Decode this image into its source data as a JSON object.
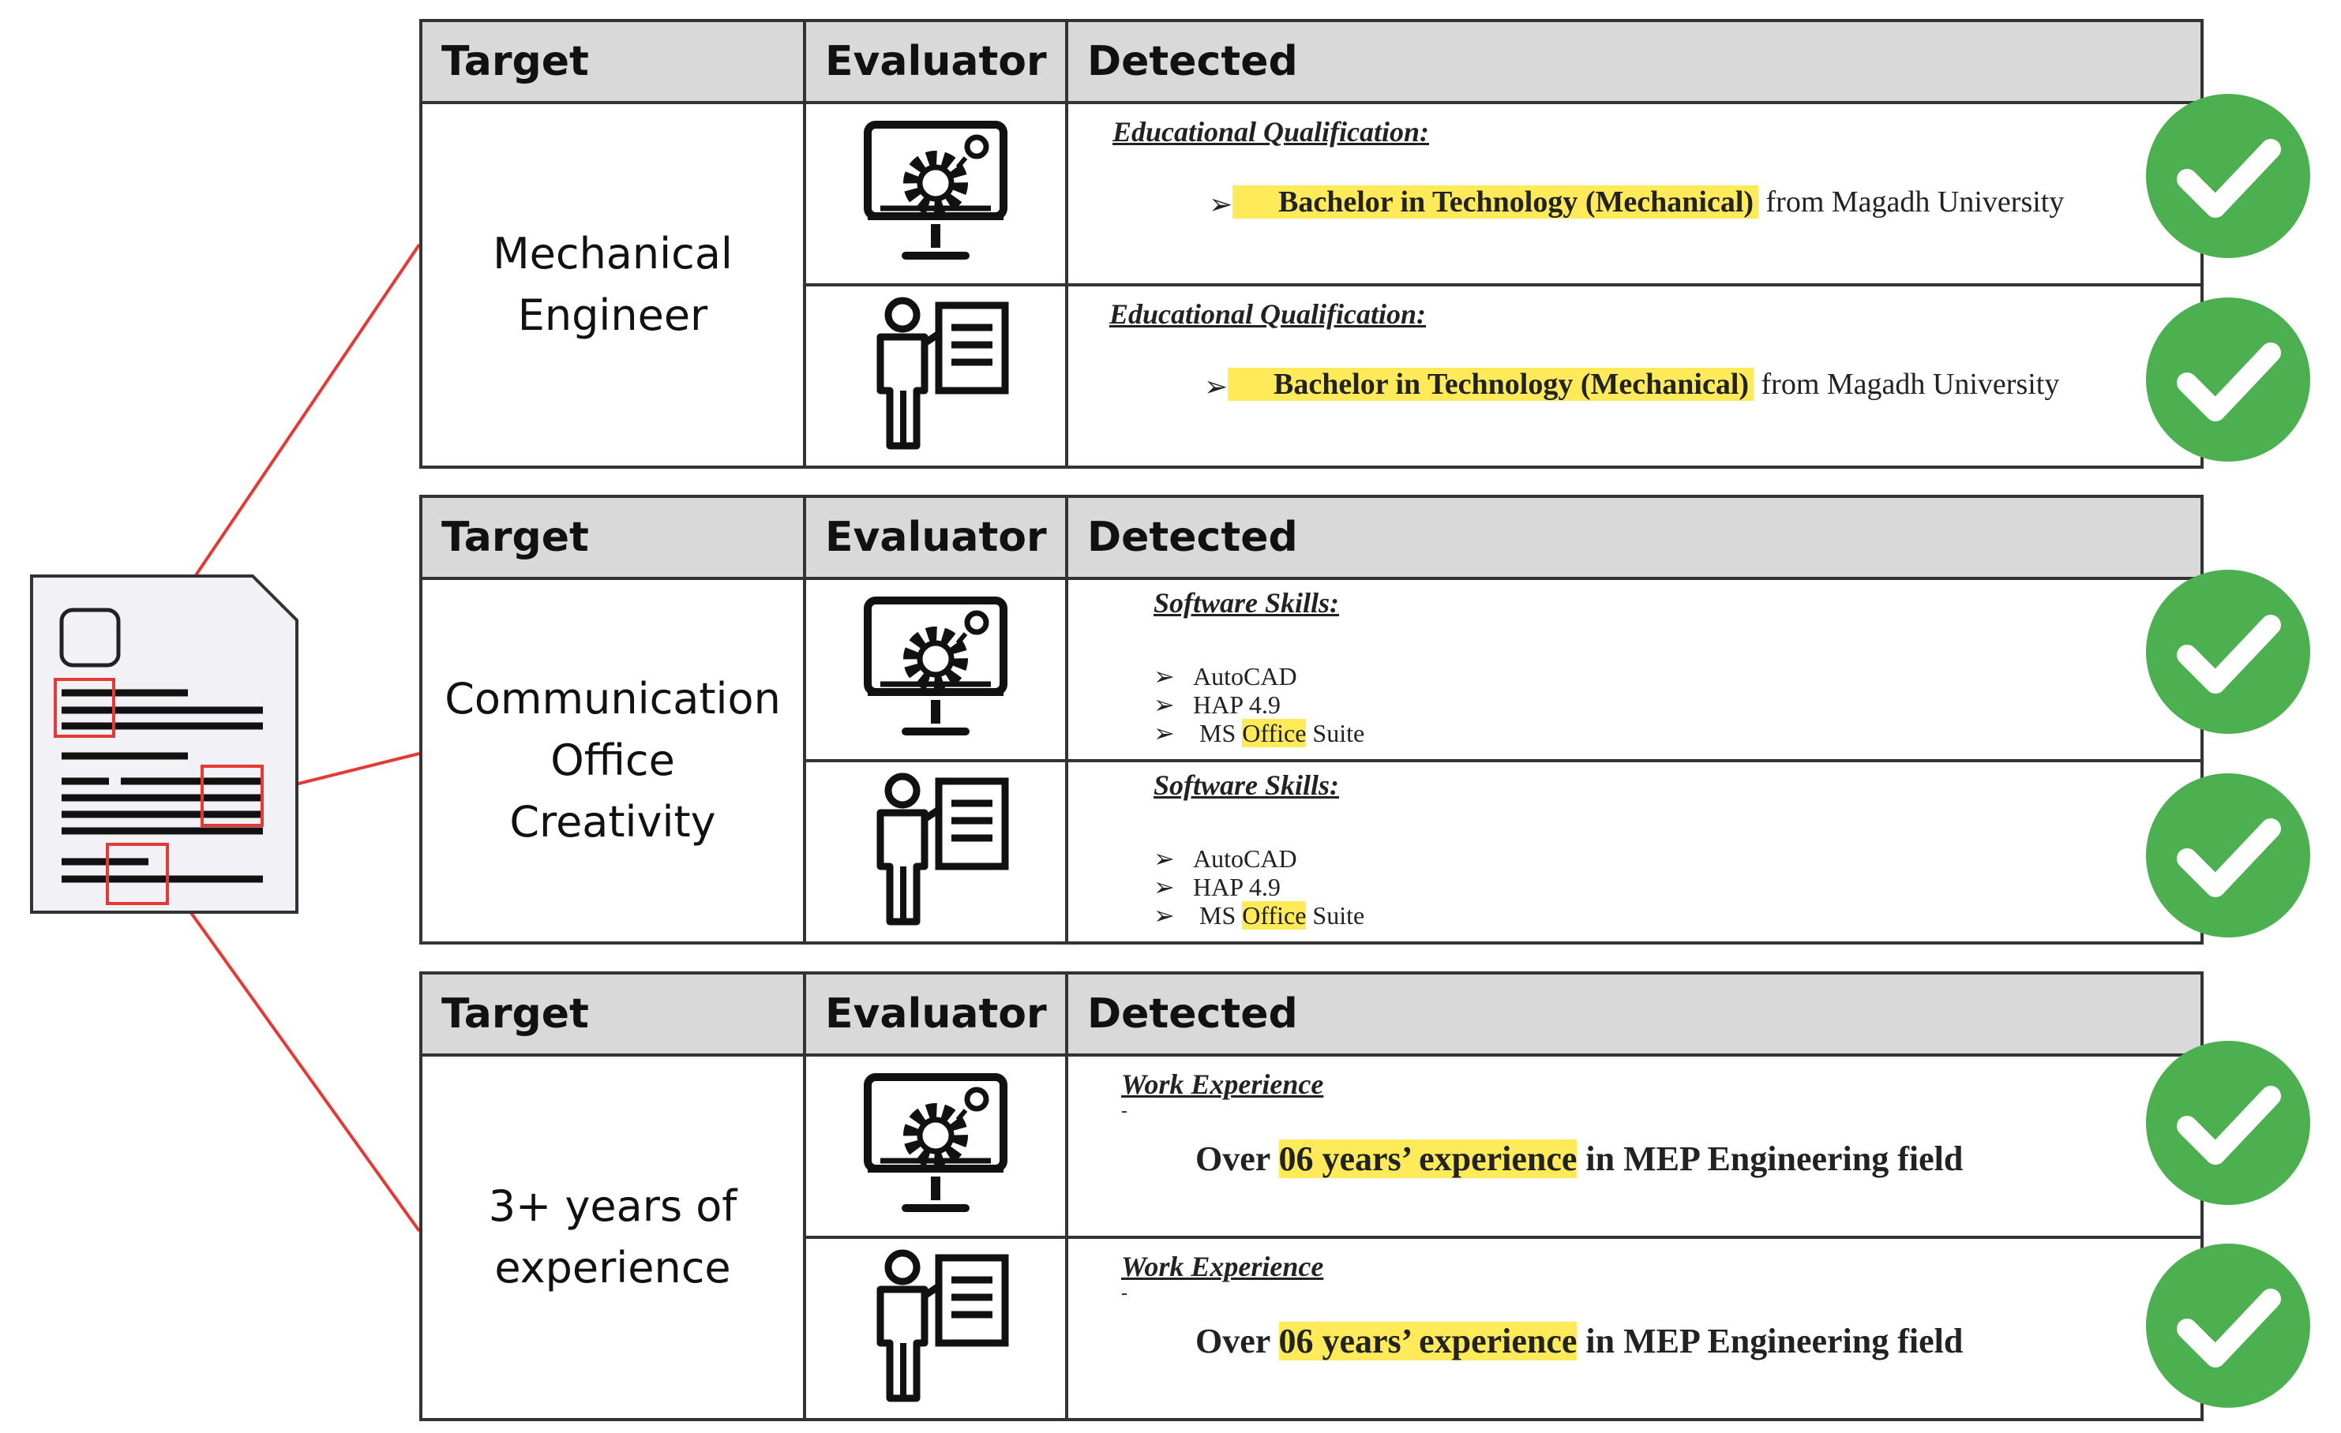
{
  "headers": {
    "target": "Target",
    "evaluator": "Evaluator",
    "detected": "Detected"
  },
  "panels": [
    {
      "target_lines": [
        "Mechanical",
        "Engineer"
      ],
      "rows": [
        {
          "evaluator_icon": "computer-gear-icon",
          "heading": "Educational Qualification:",
          "bullet_glyph": "➢",
          "highlight": "Bachelor in Technology (Mechanical)",
          "suffix": " from Magadh University"
        },
        {
          "evaluator_icon": "person-document-icon",
          "heading": "Educational Qualification:",
          "bullet_glyph": "➢",
          "highlight": "Bachelor in Technology (Mechanical)",
          "suffix": " from Magadh University"
        }
      ]
    },
    {
      "target_lines": [
        "Communication",
        "Office",
        "Creativity"
      ],
      "rows": [
        {
          "evaluator_icon": "computer-gear-icon",
          "heading": "Software Skills:",
          "bullet_glyph": "➢",
          "items": [
            "AutoCAD",
            "HAP 4.9"
          ],
          "last_prefix": " MS ",
          "last_highlight": "Office",
          "last_suffix": " Suite"
        },
        {
          "evaluator_icon": "person-document-icon",
          "heading": "Software Skills:",
          "bullet_glyph": "➢",
          "items": [
            "AutoCAD",
            "HAP 4.9"
          ],
          "last_prefix": " MS ",
          "last_highlight": "Office",
          "last_suffix": " Suite"
        }
      ]
    },
    {
      "target_lines": [
        "3+ years of",
        "experience"
      ],
      "rows": [
        {
          "evaluator_icon": "computer-gear-icon",
          "heading": "Work Experience ",
          "dot": "-",
          "prefix": "Over ",
          "highlight": "06 years’ experience",
          "suffix": " in MEP Engineering field"
        },
        {
          "evaluator_icon": "person-document-icon",
          "heading": "Work Experience ",
          "dot": "-",
          "prefix": "Over ",
          "highlight": "06 years’ experience",
          "suffix": " in MEP Engineering field"
        }
      ]
    }
  ],
  "status_icon": "check-circle-icon",
  "colors": {
    "check": "#4caf50",
    "highlight": "#ffeb59",
    "connector": "#e53935",
    "header_bg": "#d9d9d9"
  }
}
